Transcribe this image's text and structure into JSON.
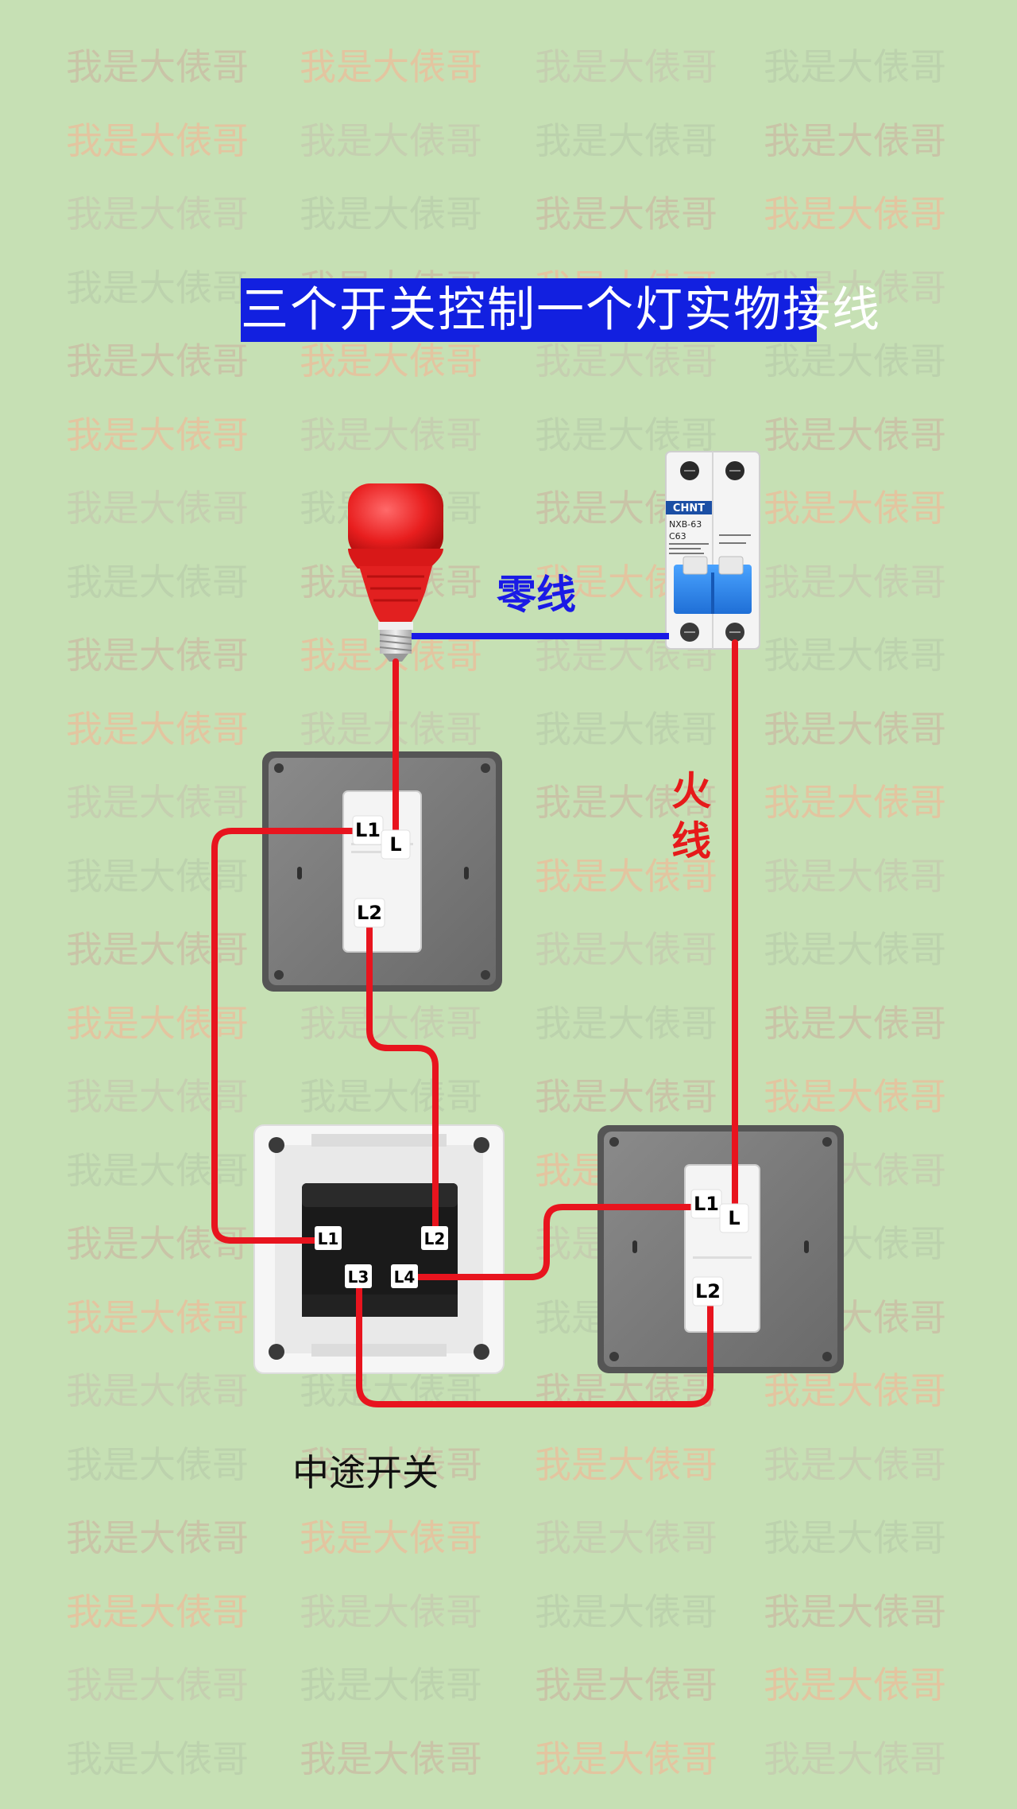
{
  "watermark": {
    "text": "我是大俵哥",
    "colors": [
      "#c9c4a7",
      "#e3c5a0",
      "#c5cfb0",
      "#bcd2ad"
    ]
  },
  "title": "三个开关控制一个灯实物接线",
  "labels": {
    "neutral": "零线",
    "live_1": "火",
    "live_2": "线",
    "intermediate": "中途开关"
  },
  "breaker": {
    "brand": "CHNT",
    "model": "NXB-63",
    "rating": "C63"
  },
  "switch_top_left": {
    "terminals": [
      "L1",
      "L",
      "L2"
    ]
  },
  "switch_middle": {
    "terminals": [
      "L1",
      "L2",
      "L3",
      "L4"
    ]
  },
  "switch_right": {
    "terminals": [
      "L1",
      "L",
      "L2"
    ]
  },
  "colors": {
    "live_wire": "#e8141e",
    "neutral_wire": "#1a1ae6",
    "title_bg": "#1220e0",
    "background": "#c6e0b4",
    "bulb": "#e81e1e"
  }
}
